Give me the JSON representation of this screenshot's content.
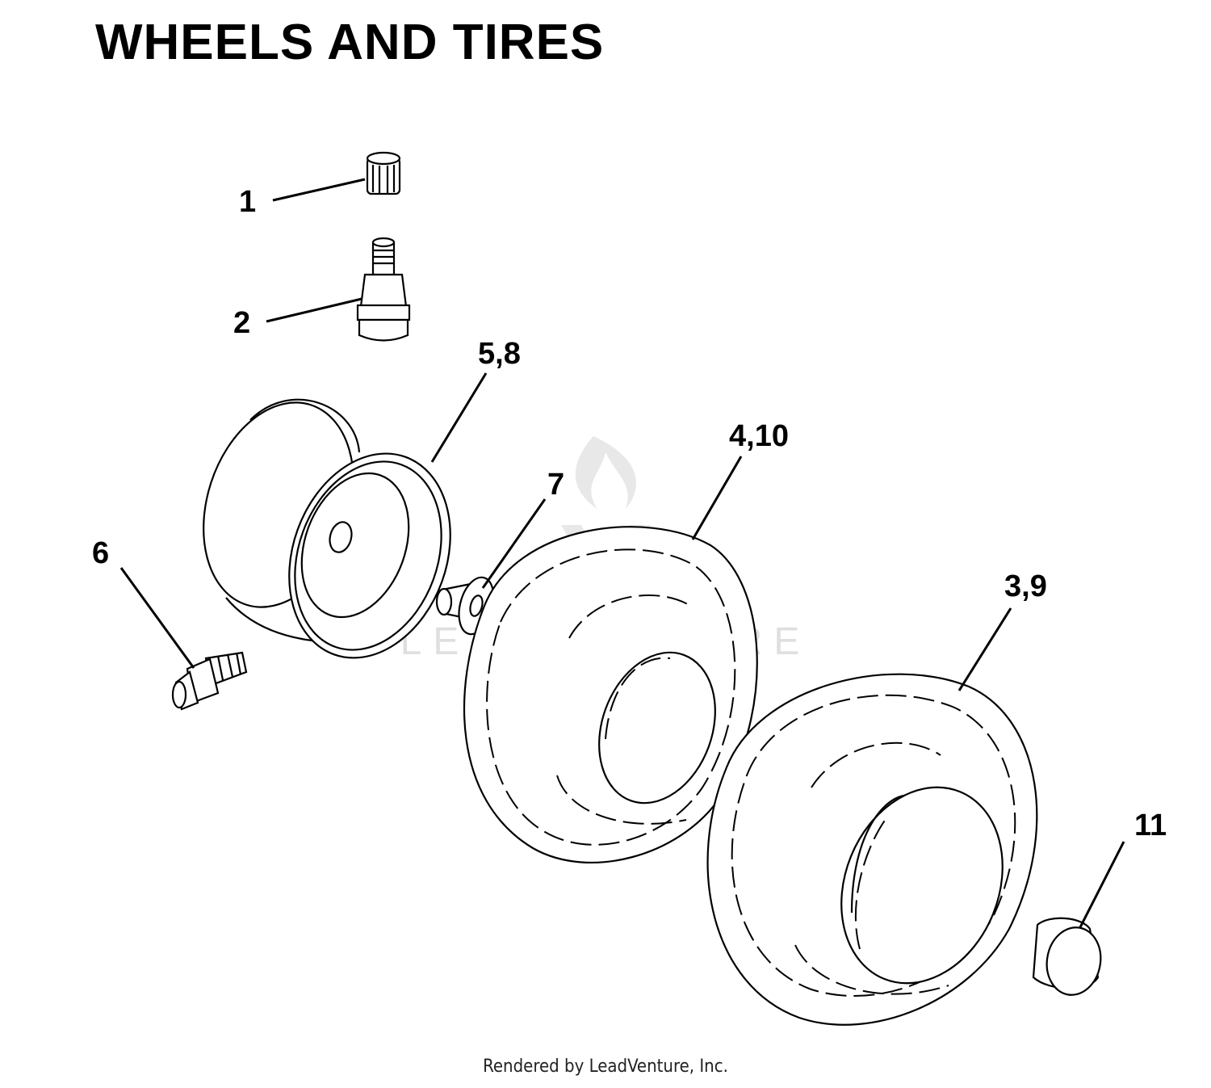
{
  "title": "WHEELS AND TIRES",
  "callouts": [
    {
      "id": "c1",
      "label": "1"
    },
    {
      "id": "c2",
      "label": "2"
    },
    {
      "id": "c58",
      "label": "5,8"
    },
    {
      "id": "c410",
      "label": "4,10"
    },
    {
      "id": "c7",
      "label": "7"
    },
    {
      "id": "c6",
      "label": "6"
    },
    {
      "id": "c39",
      "label": "3,9"
    },
    {
      "id": "c11",
      "label": "11"
    }
  ],
  "watermark": "LEADVENTURE",
  "footer": "Rendered by LeadVenture, Inc."
}
